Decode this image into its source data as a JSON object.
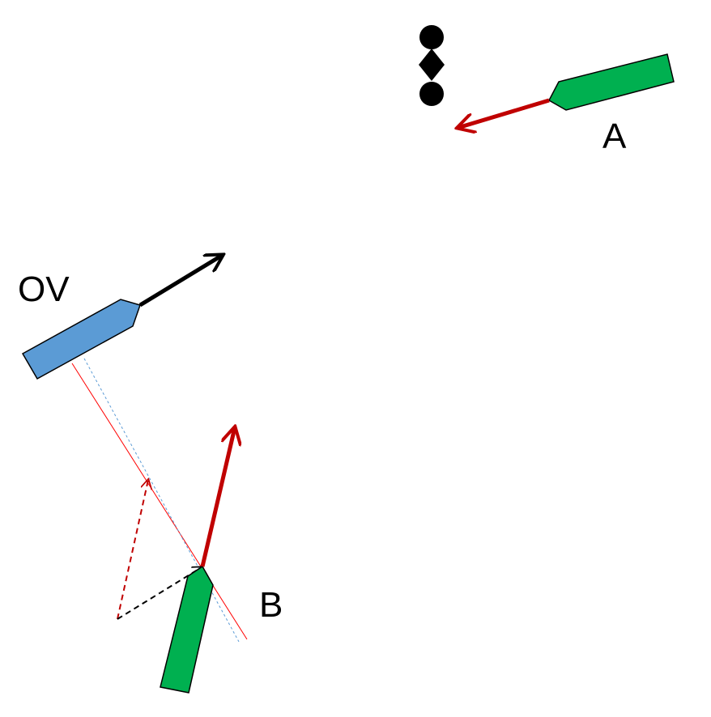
{
  "labels": {
    "ov": "OV",
    "a": "A",
    "b": "B"
  },
  "colors": {
    "own_vessel": "#5b9bd5",
    "other_vessel": "#00b050",
    "target_arrow": "#c00000",
    "own_arrow": "#000000",
    "guide_line": "#ff0000",
    "dotted_line": "#5b9bd5"
  },
  "signal_shape": [
    "ball",
    "diamond",
    "ball"
  ]
}
